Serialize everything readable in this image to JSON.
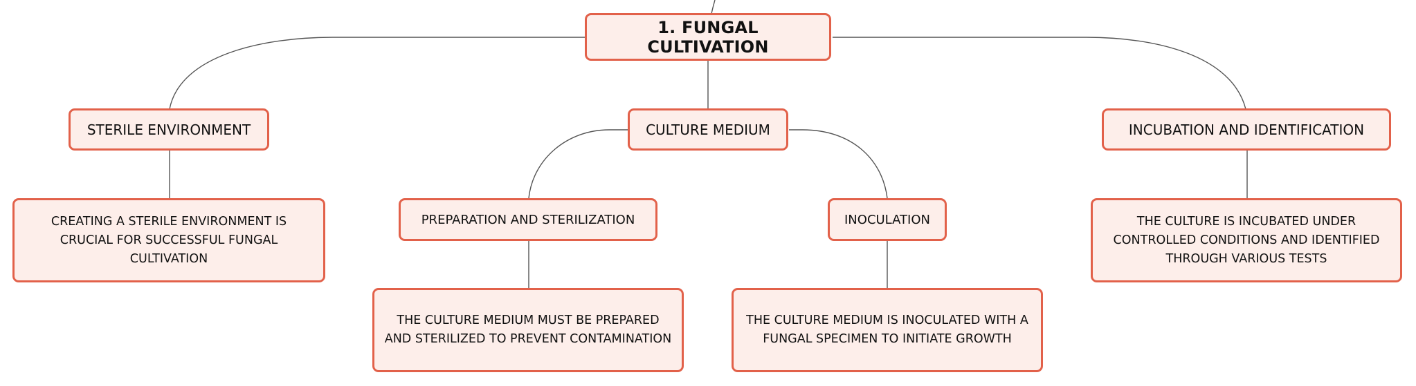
{
  "root": {
    "label": "1. FUNGAL CULTIVATION"
  },
  "branches": {
    "sterile": {
      "label": "STERILE ENVIRONMENT",
      "note": "CREATING A STERILE ENVIRONMENT IS CRUCIAL FOR SUCCESSFUL FUNGAL CULTIVATION"
    },
    "medium": {
      "label": "CULTURE MEDIUM",
      "preparation": {
        "label": "PREPARATION AND STERILIZATION",
        "note": "THE CULTURE MEDIUM MUST BE PREPARED AND STERILIZED TO PREVENT CONTAMINATION"
      },
      "inoculation": {
        "label": "INOCULATION",
        "note": "THE CULTURE MEDIUM IS INOCULATED WITH A FUNGAL SPECIMEN TO INITIATE GROWTH"
      }
    },
    "incubation": {
      "label": "INCUBATION AND IDENTIFICATION",
      "note": "THE CULTURE IS INCUBATED UNDER CONTROLLED CONDITIONS AND IDENTIFIED THROUGH VARIOUS TESTS"
    }
  },
  "colors": {
    "node_fill": "#fdeeea",
    "node_border": "#e2614a",
    "connector": "#555555"
  }
}
